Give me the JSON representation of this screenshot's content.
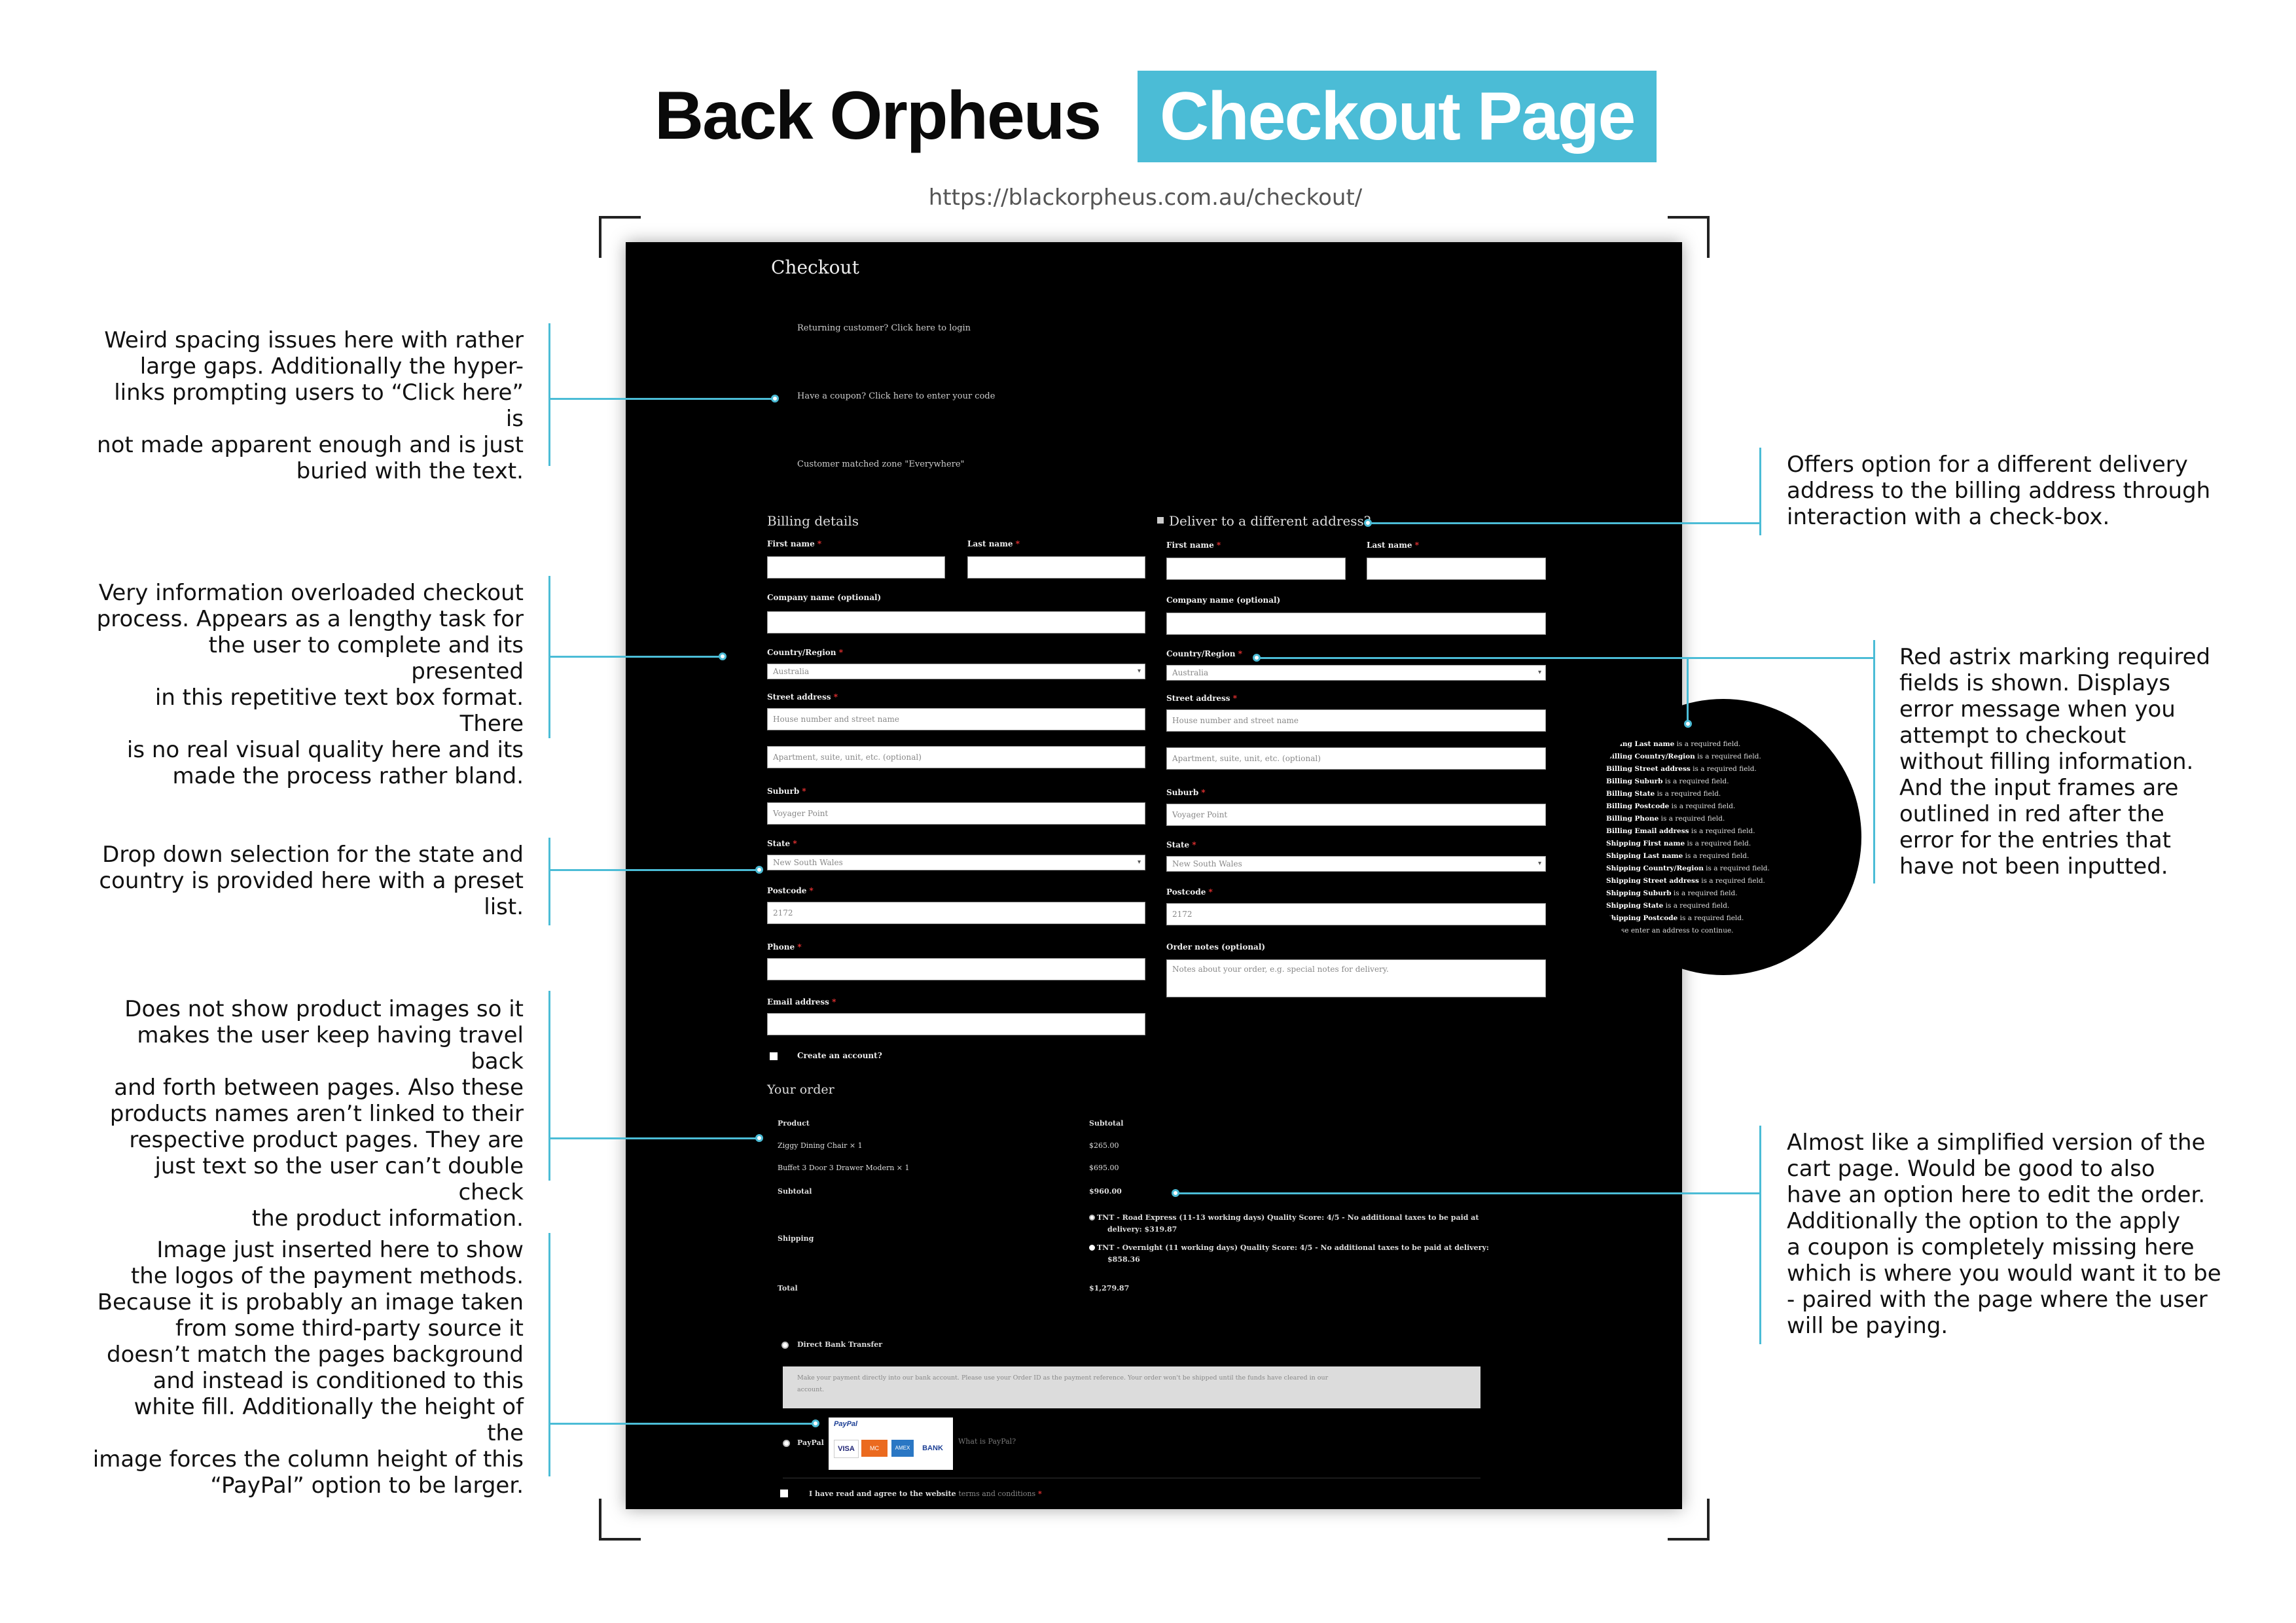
{
  "header": {
    "title_left": "Back Orpheus",
    "title_right": "Checkout Page",
    "url": "https://blackorpheus.com.au/checkout/"
  },
  "colors": {
    "accent": "#4bbcd6",
    "panel_bg": "#000000",
    "required": "#e33333"
  },
  "checkout": {
    "heading": "Checkout",
    "returning": "Returning customer? Click here to login",
    "coupon": "Have a coupon? Click here to enter your code",
    "zone": "Customer matched zone \"Everywhere\"",
    "billing_title": "Billing details",
    "deliver_label": "Deliver to a different address?",
    "fields": {
      "first_name": "First name",
      "last_name": "Last name",
      "company": "Company name (optional)",
      "country": "Country/Region",
      "street": "Street address",
      "suburb": "Suburb",
      "state": "State",
      "postcode": "Postcode",
      "phone": "Phone",
      "email": "Email address",
      "order_notes": "Order notes (optional)"
    },
    "required_mark": "*",
    "values": {
      "country": "Australia",
      "street_placeholder": "House number and street name",
      "apartment_placeholder": "Apartment, suite, unit, etc. (optional)",
      "suburb": "Voyager Point",
      "state": "New South Wales",
      "postcode": "2172",
      "notes_placeholder": "Notes about your order, e.g. special notes for delivery."
    },
    "create_account": "Create an account?",
    "order_title": "Your order",
    "order": {
      "col_product": "Product",
      "col_subtotal": "Subtotal",
      "items": [
        {
          "name": "Ziggy Dining Chair × 1",
          "price": "$265.00"
        },
        {
          "name": "Buffet 3 Door 3 Drawer Modern × 1",
          "price": "$695.00"
        }
      ],
      "subtotal_label": "Subtotal",
      "subtotal": "$960.00",
      "shipping_label": "Shipping",
      "shipping_options": [
        {
          "line1": "TNT - Road Express (11-13 working days) Quality Score: 4/5 - No additional taxes to be paid at",
          "line2": "delivery: $319.87"
        },
        {
          "line1": "TNT - Overnight (11 working days) Quality Score: 4/5 - No additional taxes to be paid at delivery:",
          "line2": "$858.36"
        }
      ],
      "total_label": "Total",
      "total": "$1,279.87"
    },
    "payment": {
      "bank_label": "Direct Bank Transfer",
      "bank_desc_1": "Make your payment directly into our bank account. Please use your Order ID as the payment reference. Your order won't be shipped until the funds have cleared in our",
      "bank_desc_2": "account.",
      "paypal_label": "PayPal",
      "paypal_logo": "PayPal",
      "logos": [
        "VISA",
        "MC",
        "AMEX",
        "BANK"
      ],
      "what_is_paypal": "What is PayPal?"
    },
    "terms_prefix": "I have read and agree to the website",
    "terms_link": "terms and conditions"
  },
  "errors": [
    {
      "field": "Billing Last name",
      "msg": " is a required field."
    },
    {
      "field": "Billing Country/Region",
      "msg": " is a required field."
    },
    {
      "field": "Billing Street address",
      "msg": " is a required field."
    },
    {
      "field": "Billing Suburb",
      "msg": " is a required field."
    },
    {
      "field": "Billing State",
      "msg": " is a required field."
    },
    {
      "field": "Billing Postcode",
      "msg": " is a required field."
    },
    {
      "field": "Billing Phone",
      "msg": " is a required field."
    },
    {
      "field": "Billing Email address",
      "msg": " is a required field."
    },
    {
      "field": "Shipping First name",
      "msg": " is a required field."
    },
    {
      "field": "Shipping Last name",
      "msg": " is a required field."
    },
    {
      "field": "Shipping Country/Region",
      "msg": " is a required field."
    },
    {
      "field": "Shipping Street address",
      "msg": " is a required field."
    },
    {
      "field": "Shipping Suburb",
      "msg": " is a required field."
    },
    {
      "field": "Shipping State",
      "msg": " is a required field."
    },
    {
      "field": "Shipping Postcode",
      "msg": " is a required field."
    },
    {
      "field": "",
      "msg": "Please enter an address to continue."
    }
  ],
  "annotations": {
    "spacing": [
      "Weird spacing issues here with rather",
      "large gaps. Additionally the hyper-",
      "links prompting users to “Click here” is",
      "not made apparent enough and is just",
      "buried with the text."
    ],
    "overload": [
      "Very information overloaded checkout",
      "process. Appears as a lengthy task for",
      "the user to complete and its presented",
      "in this repetitive text box format. There",
      "is no real visual quality here and its",
      "made the process rather bland."
    ],
    "dropdown": [
      "Drop down selection for the state and",
      "country is provided here with a preset",
      "list."
    ],
    "images": [
      "Does not show product images so it",
      "makes the user keep having travel back",
      "and forth between pages. Also these",
      "products names aren’t linked to their",
      "respective product pages. They are",
      "just text so the user can’t double check",
      "the product information."
    ],
    "paypal": [
      "Image just inserted here to show",
      "the logos of the payment methods.",
      "Because it is probably an image taken",
      "from some third-party source it",
      "doesn’t match the pages background",
      "and instead is conditioned to this",
      "white fill. Additionally the  height of the",
      "image forces the column height of this",
      "“PayPal” option to be larger."
    ],
    "delivery": [
      "Offers option for a different delivery",
      "address to the billing address through",
      "interaction with a check-box."
    ],
    "asterisk": [
      "Red astrix marking required",
      "fields is shown. Displays",
      "error message when you",
      "attempt to checkout",
      "without filling information.",
      "And the input frames are",
      "outlined in red after the",
      "error for the entries that",
      "have not been inputted."
    ],
    "cart": [
      "Almost like a simplified version of the",
      "cart page. Would be good to also",
      "have an option here to edit the order.",
      "Additionally the option to the apply",
      "a coupon is completely missing here",
      "which is where you would want it to be",
      "- paired with the page where the user",
      "will be paying."
    ]
  }
}
